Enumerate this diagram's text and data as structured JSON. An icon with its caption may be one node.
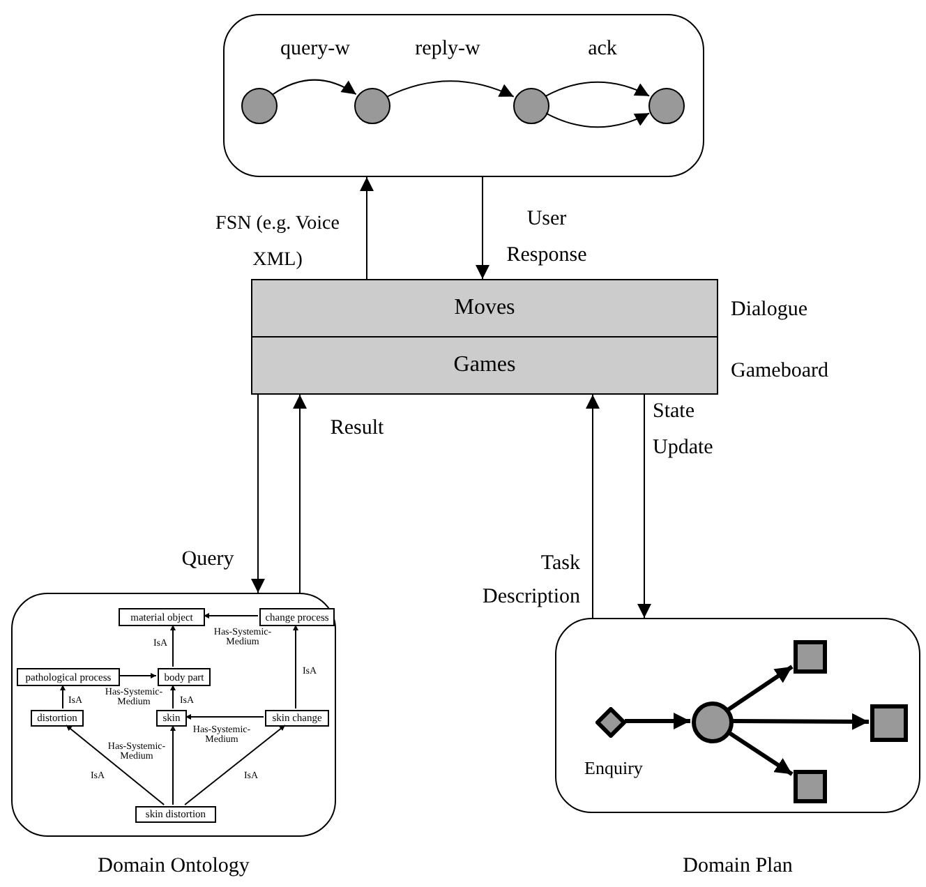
{
  "diagram": {
    "nodes": [
      {
        "text": [],
        "shape": "box"
      },
      {
        "text": [],
        "shape": "circle",
        "in": 0
      },
      {
        "text": [],
        "shape": "circle",
        "in": 0
      },
      {
        "text": [],
        "shape": "circle",
        "in": 0
      },
      {
        "text": [],
        "shape": "circle",
        "in": 0
      },
      {
        "text": [
          "Moves",
          "Games"
        ],
        "beside": [
          "Dialogue Gameboard"
        ]
      },
      {
        "text": [],
        "shape": "box",
        "beside": [
          "Domain Ontology"
        ]
      },
      {
        "text": [
          "material object"
        ],
        "in": 6
      },
      {
        "text": [
          "change process"
        ],
        "in": 6
      },
      {
        "text": [
          "pathological process"
        ],
        "in": 6
      },
      {
        "text": [
          "body part"
        ],
        "in": 6
      },
      {
        "text": [
          "distortion"
        ],
        "in": 6
      },
      {
        "text": [
          "skin"
        ],
        "in": 6
      },
      {
        "text": [
          "skin change"
        ],
        "in": 6
      },
      {
        "text": [
          "skin distortion"
        ],
        "in": 6
      },
      {
        "text": [],
        "shape": "box",
        "beside": [
          "Domain Plan"
        ]
      },
      {
        "text": [],
        "shape": "diamond",
        "in": 15,
        "beside": [
          "Enquiry"
        ]
      },
      {
        "text": [],
        "shape": "circle",
        "in": 15
      },
      {
        "text": [],
        "shape": "box",
        "in": 15
      },
      {
        "text": [],
        "shape": "box",
        "in": 15
      },
      {
        "text": [],
        "shape": "box",
        "in": 15
      }
    ],
    "edges": [
      {
        "from": 1,
        "to": 2,
        "arrow": "to",
        "label": "query-w"
      },
      {
        "from": 2,
        "to": 3,
        "arrow": "to",
        "label": "reply-w"
      },
      {
        "from": 3,
        "to": 4,
        "arrow": "to",
        "label": "ack"
      },
      {
        "from": 3,
        "to": 4,
        "arrow": "to"
      },
      {
        "from": 5,
        "to": 0,
        "arrow": "to",
        "label": "FSN (e.g. Voice XML)"
      },
      {
        "from": 0,
        "to": 5,
        "arrow": "to",
        "label": "User Response"
      },
      {
        "from": 5,
        "to": 6,
        "arrow": "to",
        "label": "Query"
      },
      {
        "from": 6,
        "to": 5,
        "arrow": "to",
        "label": "Result"
      },
      {
        "from": 15,
        "to": 5,
        "arrow": "to",
        "label": "Task Description"
      },
      {
        "from": 5,
        "to": 15,
        "arrow": "to",
        "label": "State Update"
      },
      {
        "from": 8,
        "to": 7,
        "arrow": "to",
        "label": "Has-Systemic-Medium"
      },
      {
        "from": 10,
        "to": 7,
        "arrow": "to",
        "label": "IsA"
      },
      {
        "from": 9,
        "to": 10,
        "arrow": "to",
        "label": "Has-Systemic-Medium"
      },
      {
        "from": 12,
        "to": 10,
        "arrow": "to",
        "label": "IsA"
      },
      {
        "from": 11,
        "to": 9,
        "arrow": "to",
        "label": "IsA"
      },
      {
        "from": 13,
        "to": 8,
        "arrow": "to",
        "label": "IsA"
      },
      {
        "from": 13,
        "to": 12,
        "arrow": "to",
        "label": "Has-Systemic-Medium"
      },
      {
        "from": 14,
        "to": 11,
        "arrow": "to",
        "label": "IsA"
      },
      {
        "from": 14,
        "to": 12,
        "arrow": "to",
        "label": "Has-Systemic-Medium"
      },
      {
        "from": 14,
        "to": 13,
        "arrow": "to",
        "label": "IsA"
      },
      {
        "from": 16,
        "to": 17,
        "arrow": "to",
        "style": "thick"
      },
      {
        "from": 17,
        "to": 18,
        "arrow": "to",
        "style": "thick"
      },
      {
        "from": 17,
        "to": 19,
        "arrow": "to",
        "style": "thick"
      },
      {
        "from": 17,
        "to": 20,
        "arrow": "to",
        "style": "thick"
      }
    ]
  }
}
